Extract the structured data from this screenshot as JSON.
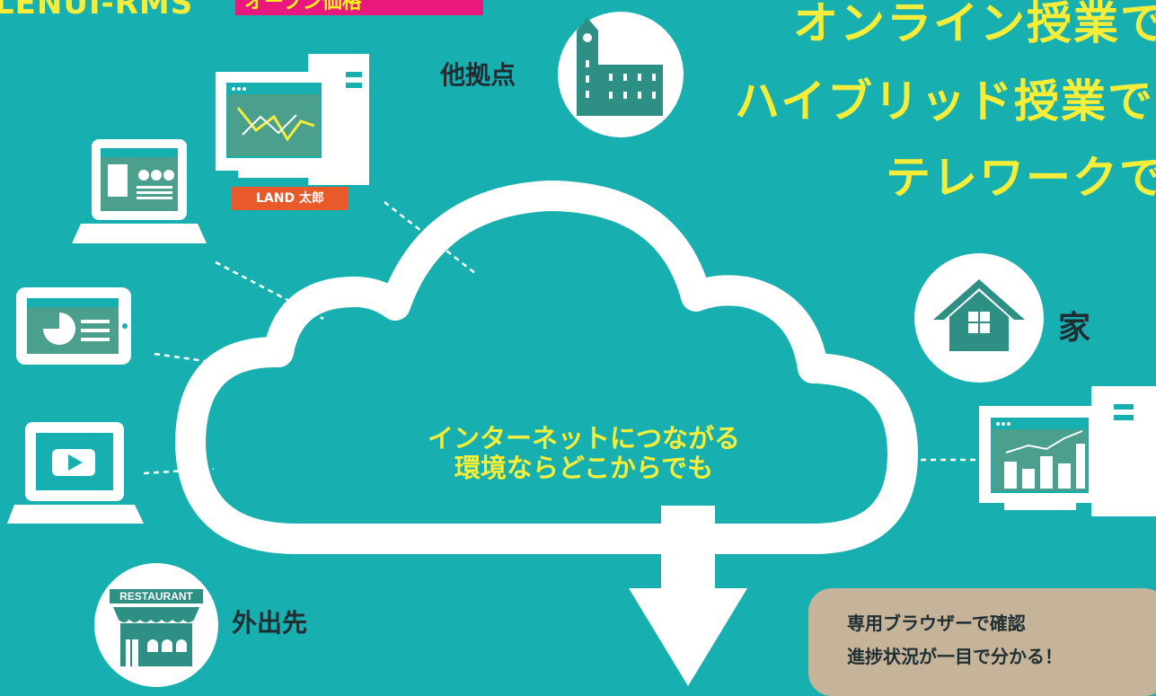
{
  "brand": {
    "name": "LENUI-RMS",
    "badge": "オープン価格"
  },
  "headline": {
    "line1": "オンライン授業で",
    "line2": "ハイブリッド授業で",
    "line3": "テレワークで"
  },
  "locations": {
    "branch": "他拠点",
    "home": "家",
    "outside": "外出先",
    "restaurant_sign": "RESTAURANT"
  },
  "user_tag": "LAND 太郎",
  "cloud": {
    "title": "Cloud",
    "subtitle_line1": "インターネットにつながる",
    "subtitle_line2": "環境ならどこからでも"
  },
  "callout": {
    "line1": "専用ブラウザーで確認",
    "line2": "進捗状況が一目で分かる！"
  },
  "colors": {
    "background": "#17AFAF",
    "device_fill": "#FFFFFF",
    "screen_fill": "#4B9F8D",
    "accent_yellow": "#F4EE3A",
    "badge_pink": "#E8187D",
    "tag_orange": "#E85A2A",
    "callout_beige": "#C5B49A",
    "icon_teal": "#2E8F85"
  }
}
